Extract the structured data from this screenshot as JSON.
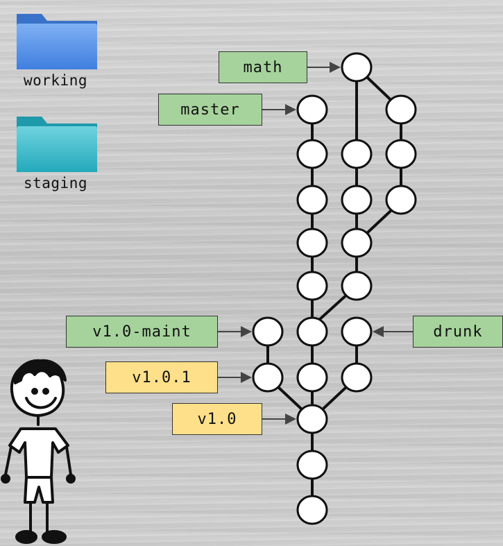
{
  "folders": {
    "working": {
      "label": "working",
      "color": "#4a86e8",
      "icon": "folder-icon"
    },
    "staging": {
      "label": "staging",
      "color": "#2eb6c7",
      "icon": "folder-icon"
    }
  },
  "refs": {
    "math": "math",
    "master": "master",
    "v1_0_maint": "v1.0-maint",
    "v1_0_1": "v1.0.1",
    "v1_0": "v1.0",
    "drunk": "drunk"
  },
  "colors": {
    "branch_label": "#a6d39c",
    "tag_label": "#ffe08a",
    "commit_fill": "#ffffff",
    "edge": "#111111"
  },
  "figure": {
    "icon": "stick-figure-icon"
  }
}
